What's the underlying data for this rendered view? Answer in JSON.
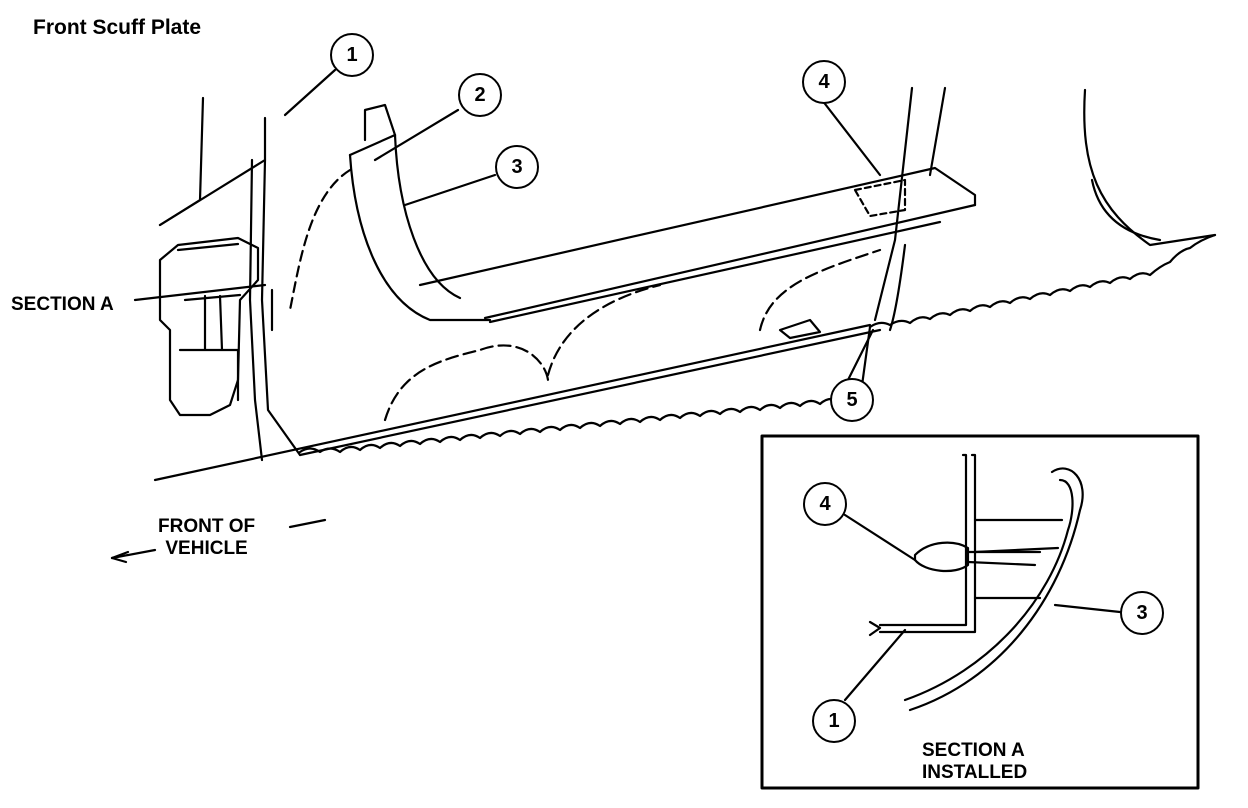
{
  "title": "Front Scuff Plate",
  "labels": {
    "section_a": "SECTION A",
    "front_line1": "FRONT OF",
    "front_line2": "VEHICLE",
    "installed_line1": "SECTION A",
    "installed_line2": "INSTALLED"
  },
  "callouts": {
    "main": [
      "1",
      "2",
      "3",
      "4",
      "5"
    ],
    "inset": [
      "4",
      "3",
      "1"
    ]
  }
}
